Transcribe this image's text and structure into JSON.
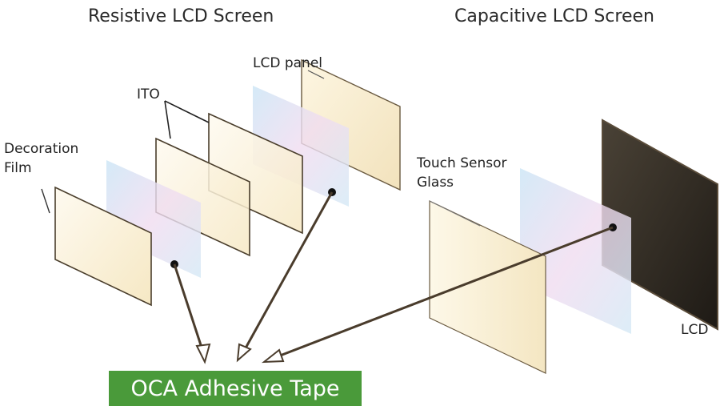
{
  "titles": {
    "resistive": "Resistive LCD Screen",
    "capacitive": "Capacitive LCD Screen"
  },
  "labels": {
    "decoration_film": [
      "Decoration",
      "Film"
    ],
    "ito": "ITO",
    "lcd_panel": "LCD panel",
    "touch_sensor_glass": [
      "Touch Sensor",
      "Glass"
    ],
    "lcd": "LCD"
  },
  "callout": {
    "text": "OCA Adhesive Tape",
    "color": "#4a9a3a"
  },
  "colors": {
    "panel_cream": "#fcf3d2",
    "panel_edge": "#5a4a32",
    "film_blue": "#cfe6f4",
    "film_pink": "#efdcef",
    "lcd_dark": "#2a251e"
  }
}
